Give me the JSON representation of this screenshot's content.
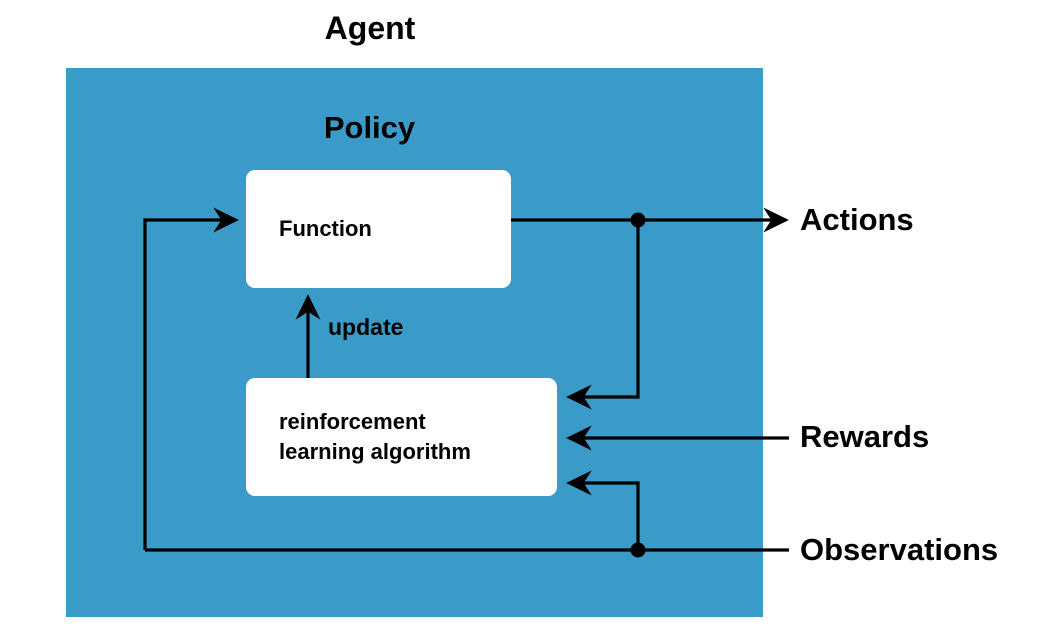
{
  "diagram": {
    "title": "Agent",
    "panel": {
      "label": "Policy",
      "color": "#3a9bc9"
    },
    "boxes": [
      {
        "id": "function",
        "label": "Function",
        "fill": "#ffffff"
      },
      {
        "id": "rl-algorithm",
        "label": "reinforcement\nlearning algorithm",
        "fill": "#ffffff"
      }
    ],
    "edge_labels": {
      "update": "update"
    },
    "io_labels": [
      {
        "id": "actions",
        "label": "Actions",
        "direction": "out"
      },
      {
        "id": "rewards",
        "label": "Rewards",
        "direction": "in"
      },
      {
        "id": "observations",
        "label": "Observations",
        "direction": "in"
      }
    ],
    "line_color": "#000000"
  }
}
